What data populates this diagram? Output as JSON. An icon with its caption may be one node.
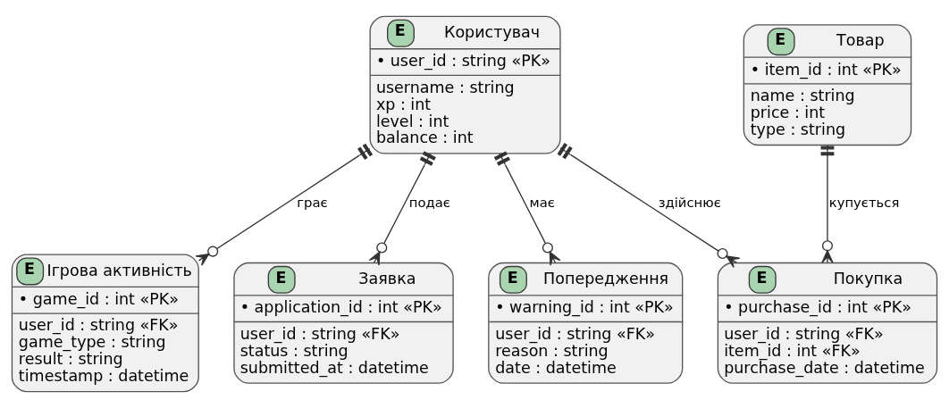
{
  "diagram": {
    "nodes": [
      {
        "text": [
          "E",
          "Користувач",
          "• user_id : string «PK»",
          "username : string",
          "xp : int",
          "level : int",
          "balance : int"
        ]
      },
      {
        "text": [
          "E",
          "Товар",
          "• item_id : int «PK»",
          "name : string",
          "price : int",
          "type : string"
        ]
      },
      {
        "text": [
          "E",
          "Ігрова активність",
          "• game_id : int «PK»",
          "user_id : string «FK»",
          "game_type : string",
          "result : string",
          "timestamp : datetime"
        ]
      },
      {
        "text": [
          "E",
          "Заявка",
          "• application_id : int «PK»",
          "user_id : string «FK»",
          "status : string",
          "submitted_at : datetime"
        ]
      },
      {
        "text": [
          "E",
          "Попередження",
          "• warning_id : int «PK»",
          "user_id : string «FK»",
          "reason : string",
          "date : datetime"
        ]
      },
      {
        "text": [
          "E",
          "Покупка",
          "• purchase_id : int «PK»",
          "user_id : string «FK»",
          "item_id : int «FK»",
          "purchase_date : datetime"
        ]
      }
    ],
    "edges": [
      {
        "from": 0,
        "to": 2,
        "arrow": "other",
        "label": "грає"
      },
      {
        "from": 0,
        "to": 3,
        "arrow": "other",
        "label": "подає"
      },
      {
        "from": 0,
        "to": 4,
        "arrow": "other",
        "label": "має"
      },
      {
        "from": 0,
        "to": 5,
        "arrow": "other",
        "label": "здійснює"
      },
      {
        "from": 1,
        "to": 5,
        "arrow": "other",
        "label": "купується"
      }
    ]
  }
}
